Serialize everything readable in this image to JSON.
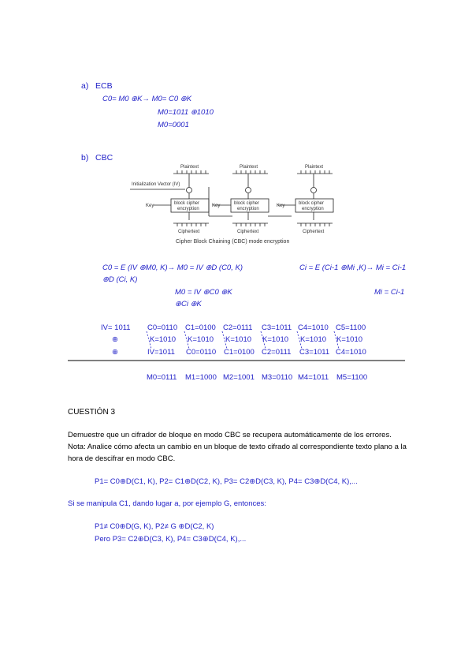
{
  "section_a": {
    "label": "a)",
    "title": "ECB",
    "line1": "C0= M0 ⊕K→ M0= C0 ⊕K",
    "line2": "M0=1011 ⊕1010",
    "line3": "M0=0001"
  },
  "section_b": {
    "label": "b)",
    "title": "CBC",
    "diagram": {
      "plaintext": "Plaintext",
      "ciphertext": "Ciphertext",
      "iv": "Initialization Vector (IV)",
      "key": "Key",
      "block_line1": "block cipher",
      "block_line2": "encryption",
      "caption": "Cipher Block Chaining (CBC) mode encryption"
    },
    "formula_left": "C0 = E (IV ⊕M0, K)→ M0 = IV ⊕D (C0, K)",
    "formula_left_wrap": "⊕D (Ci, K)",
    "formula_mid": "M0 = IV ⊕C0 ⊕K",
    "formula_right": "Ci = E (Ci-1 ⊕Mi ,K)→ Mi = Ci-1",
    "formula_right2": "Mi = Ci-1",
    "formula_right_wrap": "⊕Ci ⊕K",
    "table": {
      "row1": [
        "IV= 1011",
        "C0=0110",
        "C1=0100",
        "C2=0111",
        "C3=1011",
        "C4=1010",
        "C5=1100"
      ],
      "row2": [
        "⊕",
        "K=1010",
        "K=1010",
        "K=1010",
        "K=1010",
        "K=1010",
        "K=1010"
      ],
      "row3": [
        "⊕",
        "IV=1011",
        "C0=0110",
        "C1=0100",
        "C2=0111",
        "C3=1011",
        "C4=1010"
      ],
      "results": [
        "M0=0111",
        "M1=1000",
        "M2=1001",
        "M3=0110",
        "M4=1011",
        "M5=1100"
      ]
    }
  },
  "question": {
    "title": "CUESTIÓN 3",
    "line1": "Demuestre que un cifrador de bloque en modo CBC se recupera automáticamente de los errores.",
    "line2": "Nota: Analice cómo afecta un cambio en un bloque de texto cifrado al correspondiente texto plano a la",
    "line3": "hora de descifrar en modo CBC.",
    "answer_p": "P1= C0⊕D(C1, K), P2= C1⊕D(C2, K), P3= C2⊕D(C3, K), P4= C3⊕D(C4, K),...",
    "answer_intro": "Si se manipula C1, dando lugar a, por ejemplo G, entonces:",
    "answer_l1": "P1≠ C0⊕D(G, K), P2≠ G ⊕D(C2, K)",
    "answer_l2": "Pero P3= C2⊕D(C3, K), P4= C3⊕D(C4, K),..."
  }
}
